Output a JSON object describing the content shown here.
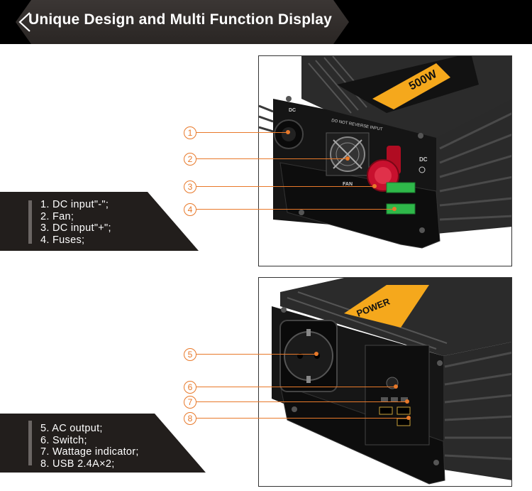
{
  "header": {
    "title": "Unique Design and Multi Function Display"
  },
  "photo_top": {
    "label_warning": "DO NOT REVERSE INPUT",
    "label_fan": "FAN",
    "label_dc": "DC",
    "label_dc_left": "DC",
    "label_power": "500W"
  },
  "photo_bottom": {
    "label_power": "POWER"
  },
  "callouts": [
    {
      "number": "1"
    },
    {
      "number": "2"
    },
    {
      "number": "3"
    },
    {
      "number": "4"
    },
    {
      "number": "5"
    },
    {
      "number": "6"
    },
    {
      "number": "7"
    },
    {
      "number": "8"
    }
  ],
  "info_top": {
    "items": [
      "1. DC input\"-\";",
      "2. Fan;",
      "3. DC input\"+\";",
      "4. Fuses;"
    ]
  },
  "info_bottom": {
    "items": [
      "5. AC output;",
      "6. Switch;",
      "7. Wattage indicator;",
      "8. USB 2.4A×2;"
    ]
  },
  "colors": {
    "accent": "#e8792a",
    "header_bg": "#000000",
    "panel_bg": "#221e1c",
    "device_body": "#1a1a1a",
    "power_label": "#f5a81c",
    "terminal_red": "#c8102e",
    "fuse_green": "#2fb84a"
  }
}
